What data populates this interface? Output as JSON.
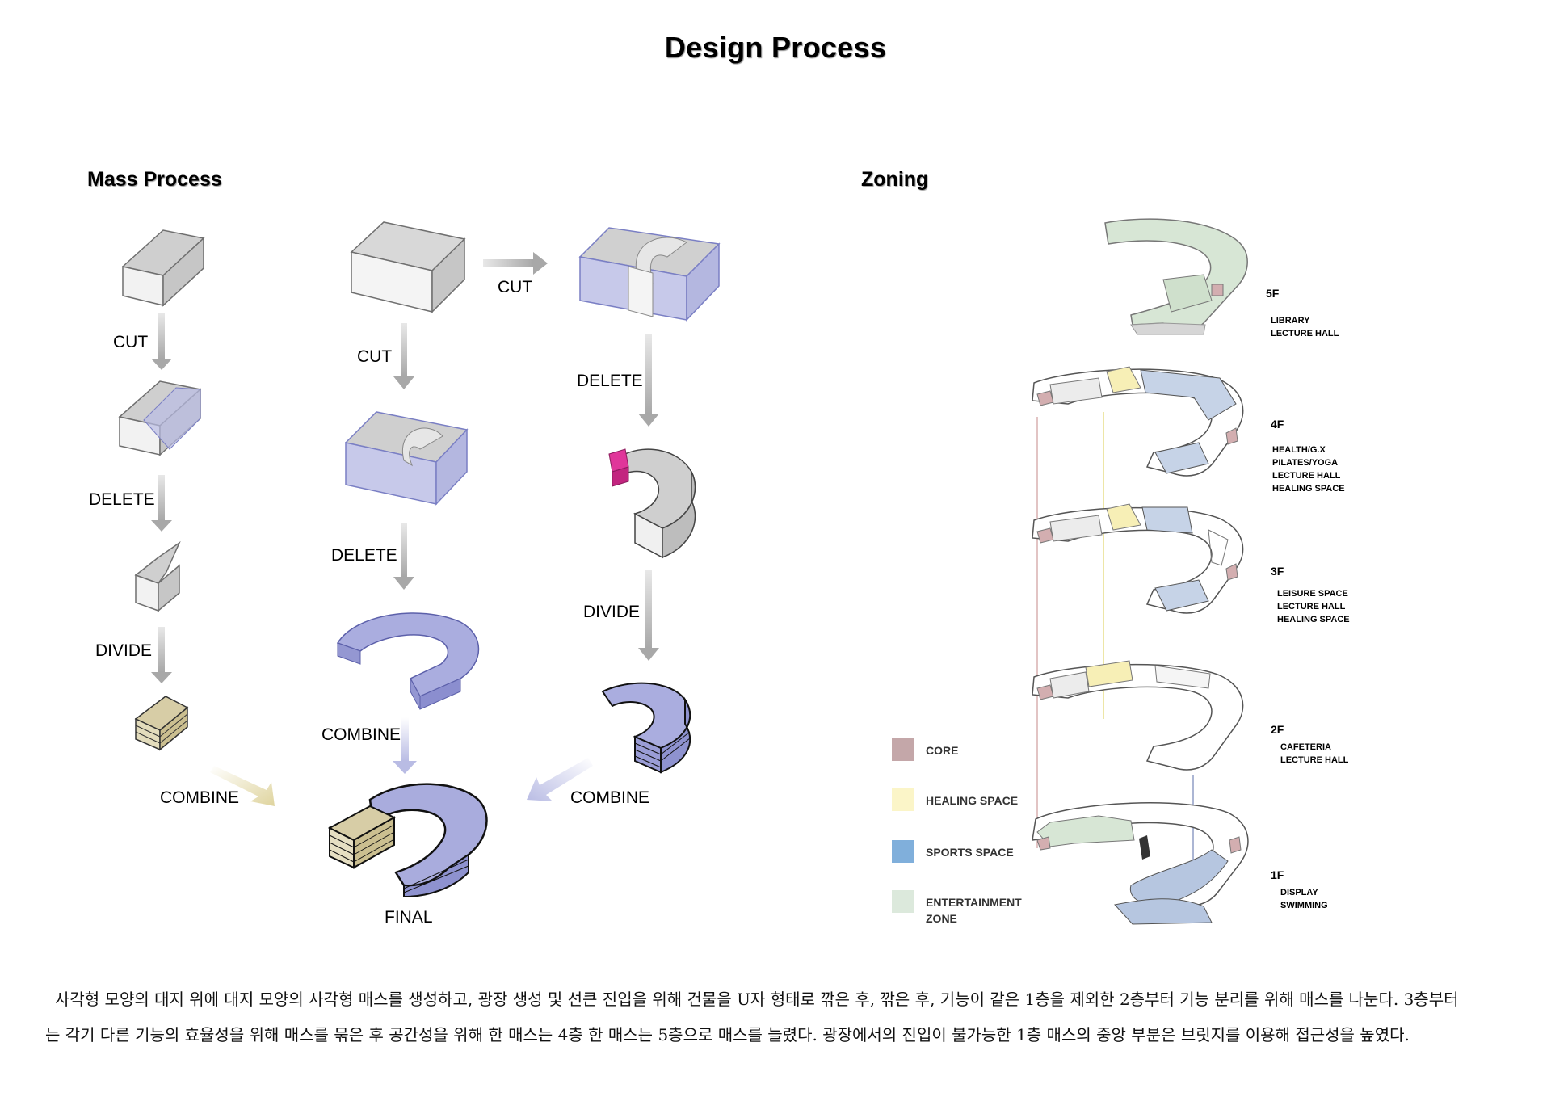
{
  "title": "Design Process",
  "mass_process": {
    "heading": "Mass Process",
    "col1": {
      "cut": "CUT",
      "delete": "DELETE",
      "divide": "DIVIDE",
      "combine": "COMBINE"
    },
    "col2": {
      "cut_down": "CUT",
      "cut_right": "CUT",
      "delete": "DELETE",
      "combine": "COMBINE",
      "final": "FINAL"
    },
    "col3": {
      "delete": "DELETE",
      "divide": "DIVIDE",
      "combine": "COMBINE"
    }
  },
  "zoning": {
    "heading": "Zoning",
    "floors": [
      {
        "level": "5F",
        "uses": [
          "LIBRARY",
          "LECTURE HALL"
        ]
      },
      {
        "level": "4F",
        "uses": [
          "HEALTH/G.X",
          "PILATES/YOGA",
          "LECTURE HALL",
          "HEALING SPACE"
        ]
      },
      {
        "level": "3F",
        "uses": [
          "LEISURE SPACE",
          "LECTURE HALL",
          "HEALING SPACE"
        ]
      },
      {
        "level": "2F",
        "uses": [
          "CAFETERIA",
          "LECTURE HALL"
        ]
      },
      {
        "level": "1F",
        "uses": [
          "DISPLAY",
          "SWIMMING"
        ]
      }
    ],
    "legend": [
      {
        "label": "CORE",
        "color": "#c4a7a9"
      },
      {
        "label": "HEALING SPACE",
        "color": "#fbf5c8"
      },
      {
        "label": "SPORTS SPACE",
        "color": "#80afdb"
      },
      {
        "label": "ENTERTAINMENT ZONE",
        "color": "#dce9dc"
      }
    ]
  },
  "description": {
    "line1": "사각형 모양의 대지 위에 대지 모양의 사각형 매스를 생성하고, 광장 생성 및 선큰 진입을 위해 건물을 U자 형태로 깎은 후, 깎은 후, 기능이 같은 1층을 제외한 2층부터 기능 분리를 위해 매스를 나눈다. 3층부터",
    "line2": "는 각기 다른 기능의 효율성을 위해 매스를 묶은 후 공간성을 위해 한 매스는 4층 한 매스는 5층으로 매스를 늘렸다. 광장에서의 진입이 불가능한 1층 매스의 중앙 부분은 브릿지를 이용해 접근성을 높였다."
  }
}
